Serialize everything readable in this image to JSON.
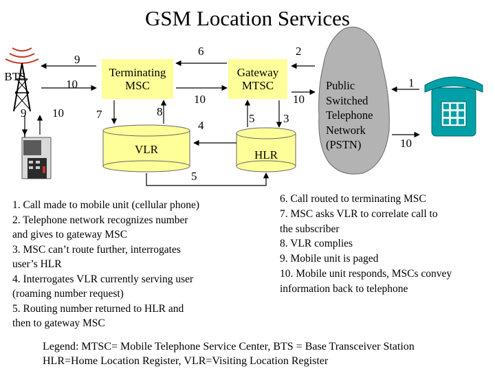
{
  "title": "GSM Location Services",
  "nodes": {
    "bts": "BTS",
    "terminating_msc": "Terminating\nMSC",
    "gateway_mtsc": "Gateway\nMTSC",
    "vlr": "VLR",
    "hlr": "HLR",
    "pstn": "Public\nSwitched\nTelephone\nNetwork\n(PSTN)"
  },
  "edge_labels": {
    "bts_top": "9",
    "bts_right": "10",
    "bts_left_bottom": "9",
    "bts_mid_bottom": "10",
    "msc_vlr_left": "7",
    "msc_vlr_right": "8",
    "gateway_to_msc": "6",
    "msc_gateway_10": "10",
    "pstn_to_gateway": "2",
    "gateway_pstn_10": "10",
    "vlr_hlr_4": "4",
    "hlr_up_5": "5",
    "hlr_up_3": "3",
    "vlr_hlr_bottom_5": "5",
    "pstn_phone_1": "1",
    "pstn_phone_10": "10"
  },
  "steps_left": "1. Call made to mobile unit (cellular phone)\n2. Telephone network recognizes number\nand gives to gateway MSC\n3. MSC can’t route further, interrogates\nuser’s HLR\n4. Interrogates VLR currently serving user\n(roaming number request)\n5. Routing number returned to HLR and\nthen to gateway MSC",
  "steps_right": "6. Call routed to terminating MSC\n7. MSC asks VLR to correlate call to\nthe subscriber\n8. VLR complies\n9. Mobile unit is paged\n10. Mobile unit responds, MSCs convey\ninformation back to telephone",
  "legend": "Legend: MTSC= Mobile Telephone Service Center, BTS = Base Transceiver Station\nHLR=Home Location Register, VLR=Visiting Location Register",
  "colors": {
    "box_fill": "#ffff99",
    "cloud_fill": "#b3b3b3",
    "phone_fill": "#00a0a8",
    "tower_red": "#c0392b"
  }
}
